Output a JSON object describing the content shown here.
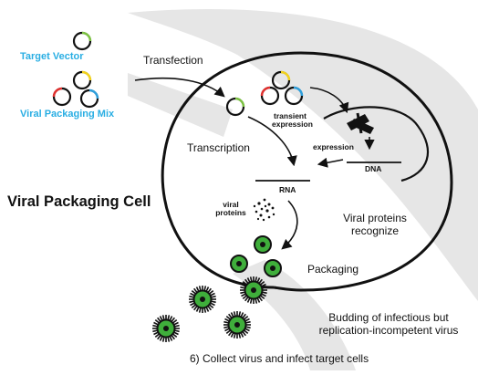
{
  "labels": {
    "target_vector": "Target Vector",
    "viral_packaging_mix": "Viral Packaging Mix",
    "transfection": "Transfection",
    "transient_expression_1": "transient",
    "transient_expression_2": "expression",
    "expression": "expression",
    "dna": "DNA",
    "transcription": "Transcription",
    "rna": "RNA",
    "viral_proteins_small_1": "viral",
    "viral_proteins_small_2": "proteins",
    "viral_packaging_cell": "Viral Packaging Cell",
    "viral_proteins_recognize_1": "Viral proteins",
    "viral_proteins_recognize_2": "recognize",
    "packaging": "Packaging",
    "budding_1": "Budding of infectious but",
    "budding_2": "replication-incompetent virus",
    "collect": "6) Collect virus and infect target cells"
  },
  "colors": {
    "accent_cyan": "#29aee3",
    "plasmid_green": "#7cc242",
    "plasmid_yellow": "#f2d21b",
    "plasmid_red": "#e0312f",
    "plasmid_blue": "#2e9fdc",
    "virus_green": "#3fae3b",
    "background_swoosh": "#e6e6e6"
  }
}
